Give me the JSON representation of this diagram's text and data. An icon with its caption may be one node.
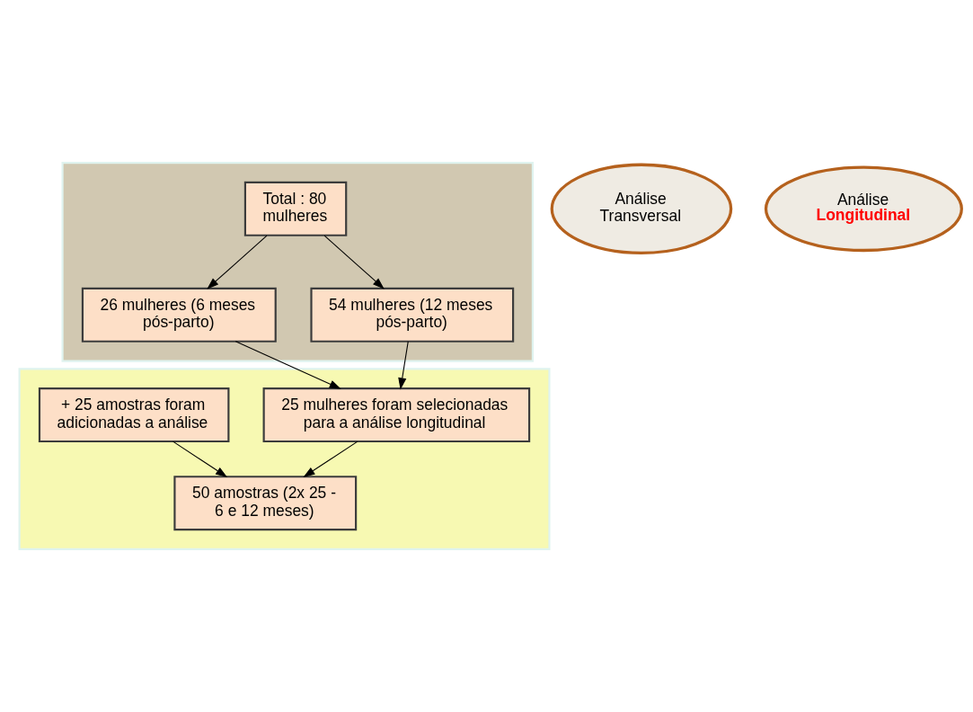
{
  "diagram": {
    "nodes": [
      {
        "text": [],
        "shape": "box"
      },
      {
        "text": [
          "Total : 80 mulheres"
        ],
        "in": 0
      },
      {
        "text": [
          "26 mulheres (6 meses pós-parto)"
        ],
        "in": 0
      },
      {
        "text": [
          "54 mulheres (12 meses pós-parto)"
        ],
        "in": 0
      },
      {
        "text": [
          "Análise",
          "Transversal"
        ]
      },
      {
        "text": [],
        "shape": "box"
      },
      {
        "text": [
          "25 mulheres foram selecionadas para a análise longitudinal"
        ],
        "in": 5
      },
      {
        "text": [
          "+ 25 amostras foram adicionadas a análise"
        ],
        "in": 5
      },
      {
        "text": [
          "50 amostras (2x 25 - 6 e 12 meses)"
        ],
        "in": 5
      },
      {
        "text": [
          "Análise",
          "Longitudinal"
        ]
      }
    ],
    "edges": [
      {
        "from": 1,
        "to": 2,
        "arrow": "to"
      },
      {
        "from": 1,
        "to": 3,
        "arrow": "to"
      },
      {
        "from": 2,
        "to": 6,
        "arrow": "to"
      },
      {
        "from": 3,
        "to": 6,
        "arrow": "to"
      },
      {
        "from": 6,
        "to": 8,
        "arrow": "to"
      },
      {
        "from": 7,
        "to": 8,
        "arrow": "to"
      }
    ]
  }
}
